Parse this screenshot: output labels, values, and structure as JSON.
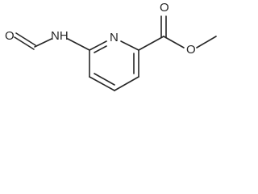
{
  "molecule": {
    "atoms": {
      "formyl_oxygen": "O",
      "amide_nitrogen": "NH",
      "ring_nitrogen": "N",
      "carbonyl_oxygen": "O",
      "ester_oxygen": "O"
    }
  }
}
